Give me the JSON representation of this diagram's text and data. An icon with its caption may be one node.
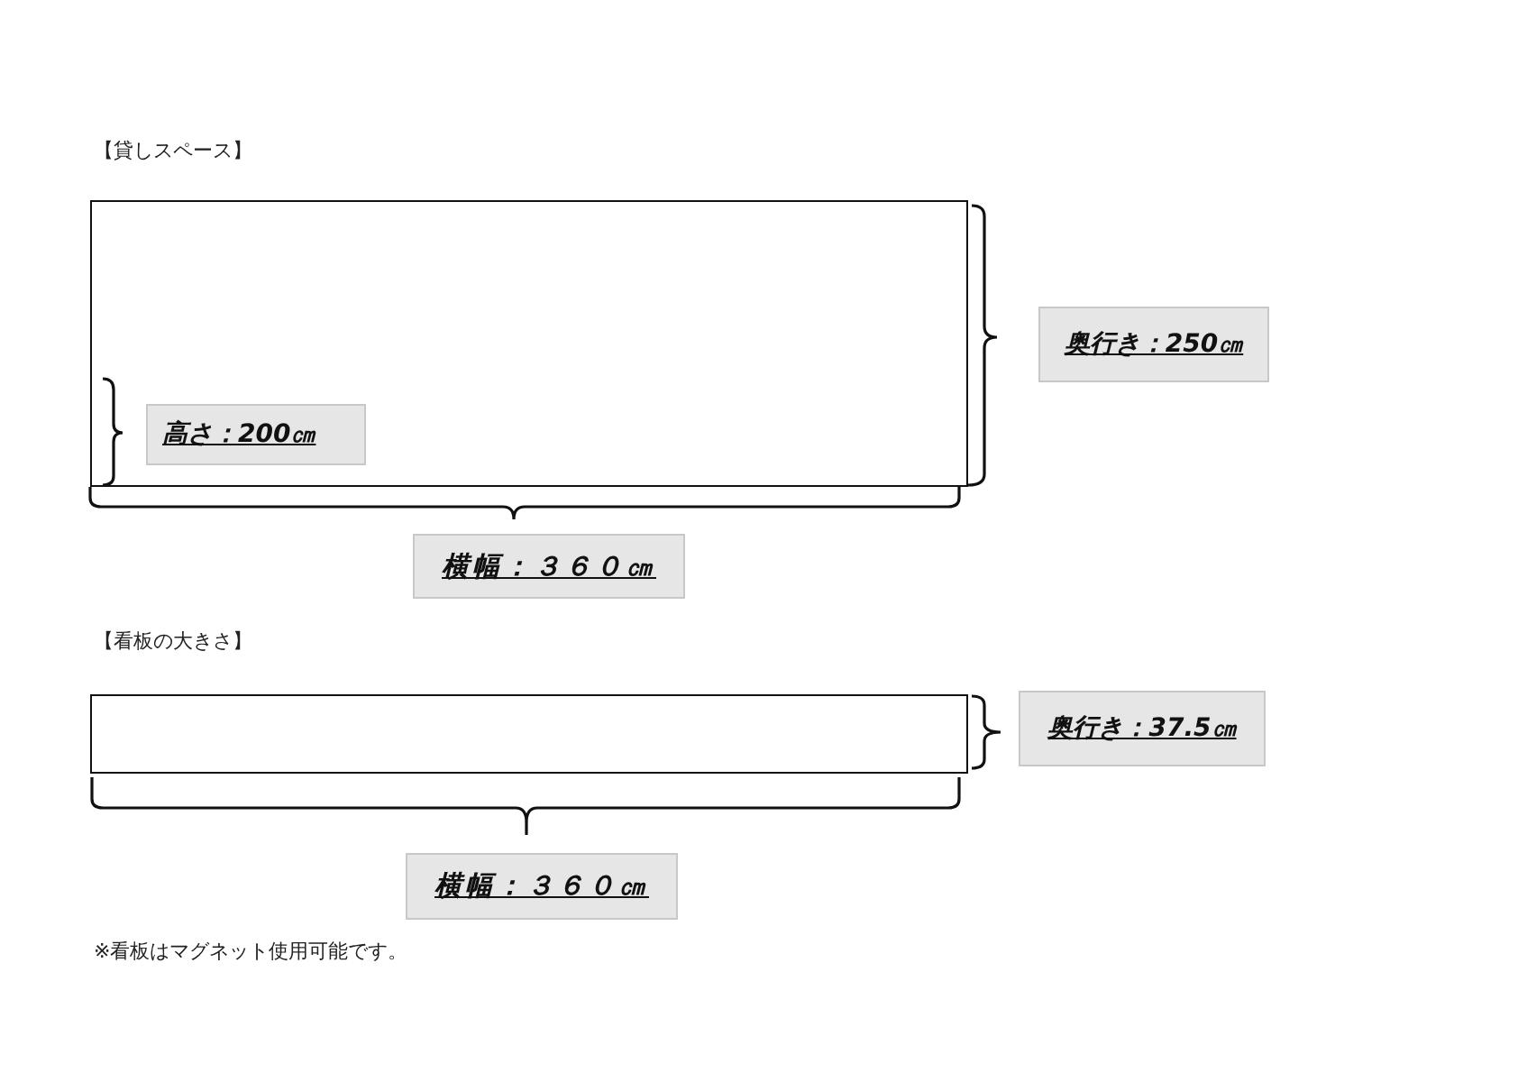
{
  "diagram": {
    "nodes": [
      {
        "text": [],
        "shape": "box"
      },
      {
        "text": [
          "奥行き：250㎝"
        ]
      },
      {
        "text": [
          "高さ：200㎝"
        ],
        "in": 0
      },
      {
        "text": [
          "横幅：３６０㎝"
        ]
      },
      {
        "text": [],
        "shape": "box"
      },
      {
        "text": [
          "奥行き：37.5㎝"
        ]
      },
      {
        "text": [
          "横幅：３６０㎝"
        ]
      }
    ],
    "labels": [
      "【貸しスペース】",
      "【看板の大きさ】",
      "※看板はマグネット使用可能です。"
    ]
  }
}
